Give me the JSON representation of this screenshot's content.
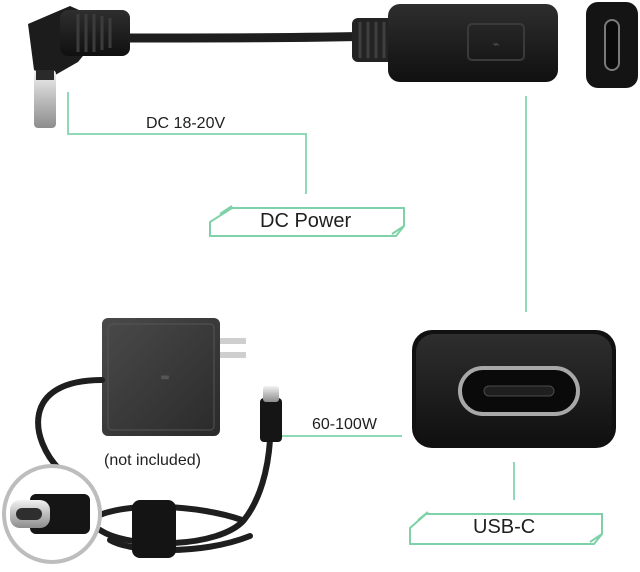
{
  "labels": {
    "dc_voltage": "DC 18-20V",
    "dc_power": "DC Power",
    "wattage": "60-100W",
    "usb_c": "USB-C",
    "not_included": "(not included)"
  },
  "colors": {
    "guide_line": "#8fd9b6",
    "tag_border": "#7fd1a8",
    "cable": "#1e1e1e",
    "adapter_body": "#3a3a3a"
  },
  "icons": {
    "plug_logo": "usb-c-symbol"
  }
}
